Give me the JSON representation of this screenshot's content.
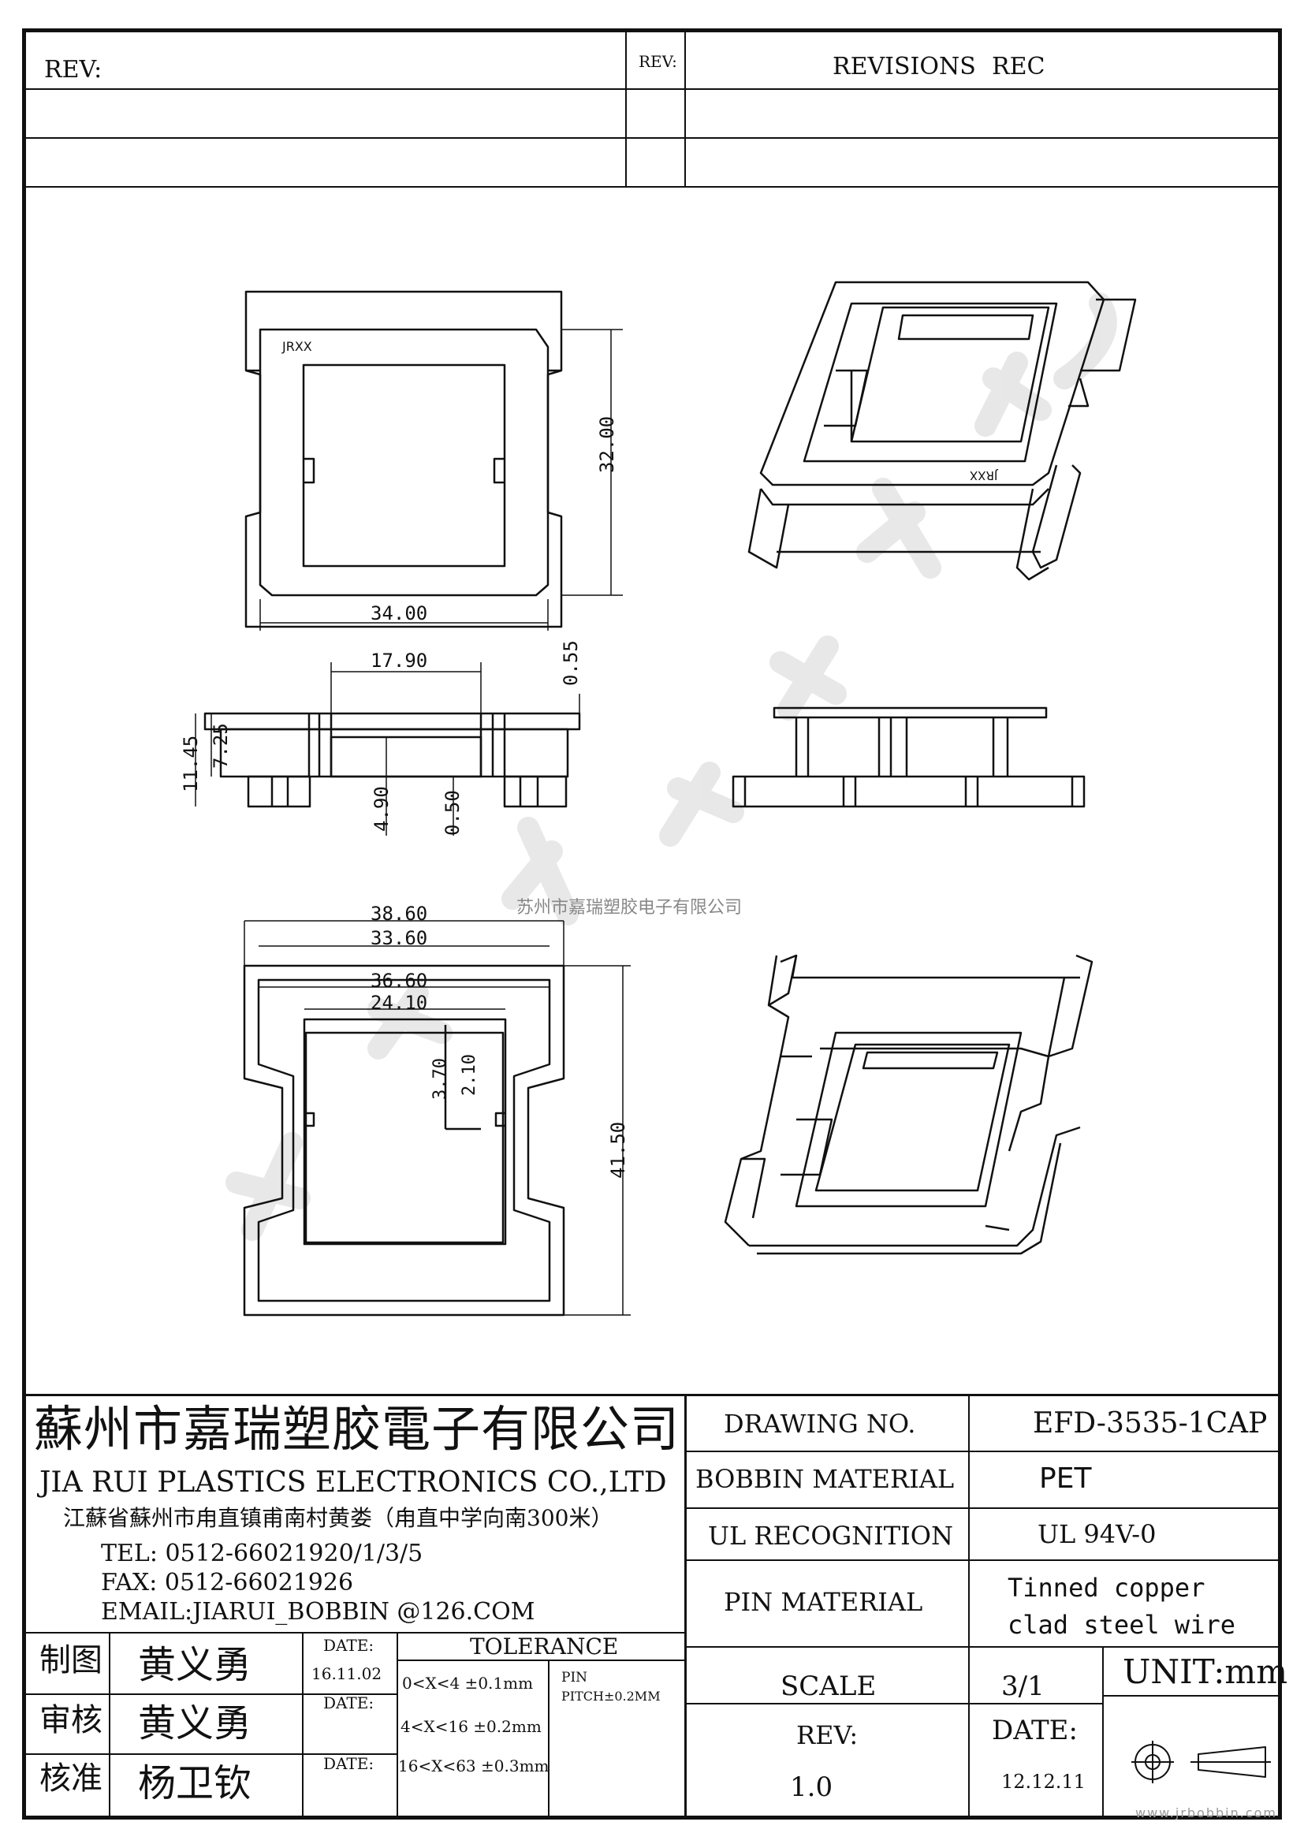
{
  "revisions": {
    "rev_label_left": "REV:",
    "rev_label_mid": "REV:",
    "revisions_label": "REVISIONS",
    "rec_label": "REC"
  },
  "drawing": {
    "watermark_text": "苏州市嘉瑞塑胶电子有限公司",
    "marking_top_left": "JRXX",
    "marking_iso": "JRXX",
    "dims": {
      "d_34": "34.00",
      "d_32": "32.00",
      "d_17_90": "17.90",
      "d_0_55": "0.55",
      "d_11_45": "11.45",
      "d_7_25": "7.25",
      "d_4_90": "4.90",
      "d_0_50": "0.50",
      "d_38_60": "38.60",
      "d_33_60": "33.60",
      "d_36_60": "36.60",
      "d_24_10": "24.10",
      "d_3_70": "3.70",
      "d_2_10": "2.10",
      "d_41_50": "41.50"
    }
  },
  "company": {
    "name_cn": "蘇州市嘉瑞塑胶電子有限公司",
    "name_en": "JIA RUI PLASTICS ELECTRONICS CO.,LTD",
    "address": "江蘇省蘇州市甪直镇甫南村黄娄（甪直中学向南300米）",
    "tel": "TEL: 0512-66021920/1/3/5",
    "fax": "FAX: 0512-66021926",
    "email": "EMAIL:JIARUI_BOBBIN @126.COM"
  },
  "approvals": {
    "drawn_label": "制图",
    "drawn_name": "黄义勇",
    "checked_label": "审核",
    "checked_name": "黄义勇",
    "approved_label": "核准",
    "approved_name": "杨卫钦",
    "date_label_1": "DATE:",
    "date_value_1": "16.11.02",
    "date_label_2": "DATE:",
    "date_label_3": "DATE:"
  },
  "tolerance": {
    "title": "TOLERANCE",
    "row1": "0<X<4  ±0.1mm",
    "row2": "4<X<16 ±0.2mm",
    "row3": "16<X<63 ±0.3mm",
    "pin_label": "PIN",
    "pin_pitch": "PITCH±0.2MM"
  },
  "title_block": {
    "drawing_no_label": "DRAWING  NO.",
    "drawing_no_value": "EFD-3535-1CAP",
    "bobbin_material_label": "BOBBIN  MATERIAL",
    "bobbin_material_value": "PET",
    "ul_label": "UL RECOGNITION",
    "ul_value": "UL 94V-0",
    "pin_material_label": "PIN MATERIAL",
    "pin_material_value_1": "Tinned copper",
    "pin_material_value_2": "clad steel wire",
    "scale_label": "SCALE",
    "scale_value": "3/1",
    "unit_label": "UNIT:mm",
    "rev_label": "REV:",
    "rev_value": "1.0",
    "date_label": "DATE:",
    "date_value": "12.12.11"
  },
  "footer_url": "www.jrbobbin.com"
}
